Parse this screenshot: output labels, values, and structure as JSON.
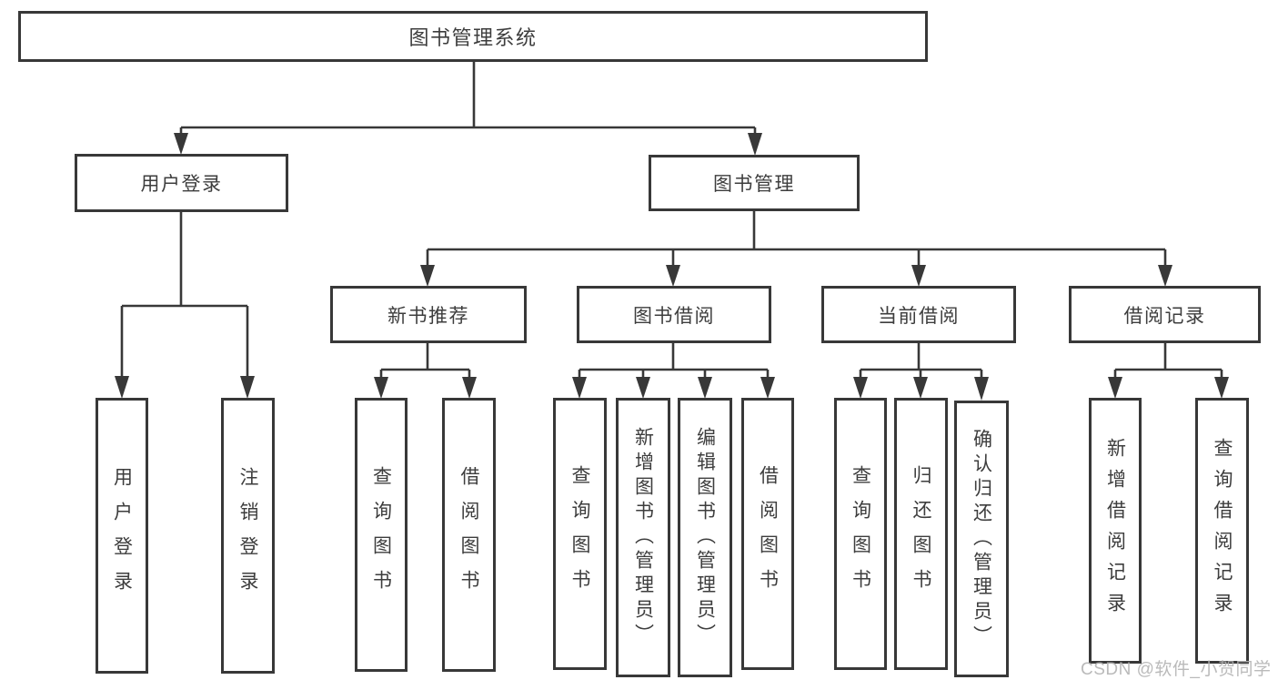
{
  "tree": {
    "root": "图书管理系统",
    "branches": [
      {
        "label": "用户登录",
        "children": [
          {
            "label": "用户登录"
          },
          {
            "label": "注销登录"
          }
        ]
      },
      {
        "label": "图书管理",
        "children": [
          {
            "label": "新书推荐",
            "children": [
              {
                "label": "查询图书"
              },
              {
                "label": "借阅图书"
              }
            ]
          },
          {
            "label": "图书借阅",
            "children": [
              {
                "label": "查询图书"
              },
              {
                "label": "新增图书（管理员）"
              },
              {
                "label": "编辑图书（管理员）"
              },
              {
                "label": "借阅图书"
              }
            ]
          },
          {
            "label": "当前借阅",
            "children": [
              {
                "label": "查询图书"
              },
              {
                "label": "归还图书"
              },
              {
                "label": "确认归还（管理员）"
              }
            ]
          },
          {
            "label": "借阅记录",
            "children": [
              {
                "label": "新增借阅记录"
              },
              {
                "label": "查询借阅记录"
              }
            ]
          }
        ]
      }
    ]
  },
  "watermark": "CSDN @软件_小贺同学",
  "colors": {
    "line": "#383838",
    "text": "#3d3d3d",
    "background": "#ffffff",
    "watermark": "#b2b2b2"
  }
}
